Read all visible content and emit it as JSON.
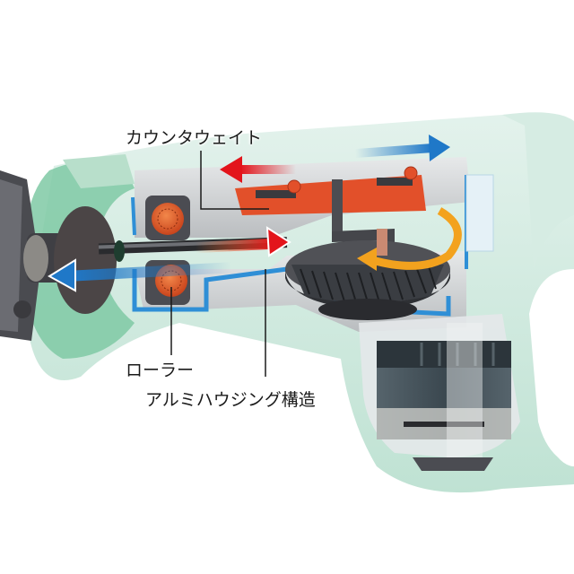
{
  "labels": {
    "counterweight": "カウンタウェイト",
    "roller": "ローラー",
    "aluminum_housing": "アルミハウジング構造"
  },
  "subject": "reciprocating-saw-cutaway",
  "colors": {
    "background": "#ffffff",
    "housing_mint": "#cfe8dd",
    "housing_mint_dark": "#a9d6c2",
    "green_body": "#5fb88c",
    "aluminum_gray": "#c9c9cc",
    "aluminum_blue_edge": "#2f8fd6",
    "counterweight_orange": "#e2502a",
    "roller_orange": "#e0622c",
    "gear_dark": "#3a3d42",
    "motor_dark": "#3d4a52",
    "arrow_red": "#e3141b",
    "arrow_blue": "#1f78c8",
    "arrow_rotation": "#f3a21e",
    "leader_line": "#1a1a1a"
  },
  "arrows": [
    {
      "name": "counterweight-left",
      "direction": "left",
      "color": "red"
    },
    {
      "name": "counterweight-right",
      "direction": "right",
      "color": "blue"
    },
    {
      "name": "plunger-left",
      "direction": "left",
      "color": "blue"
    },
    {
      "name": "plunger-right",
      "direction": "right",
      "color": "red"
    },
    {
      "name": "gear-rotation",
      "direction": "counterclockwise",
      "color": "orange"
    }
  ]
}
